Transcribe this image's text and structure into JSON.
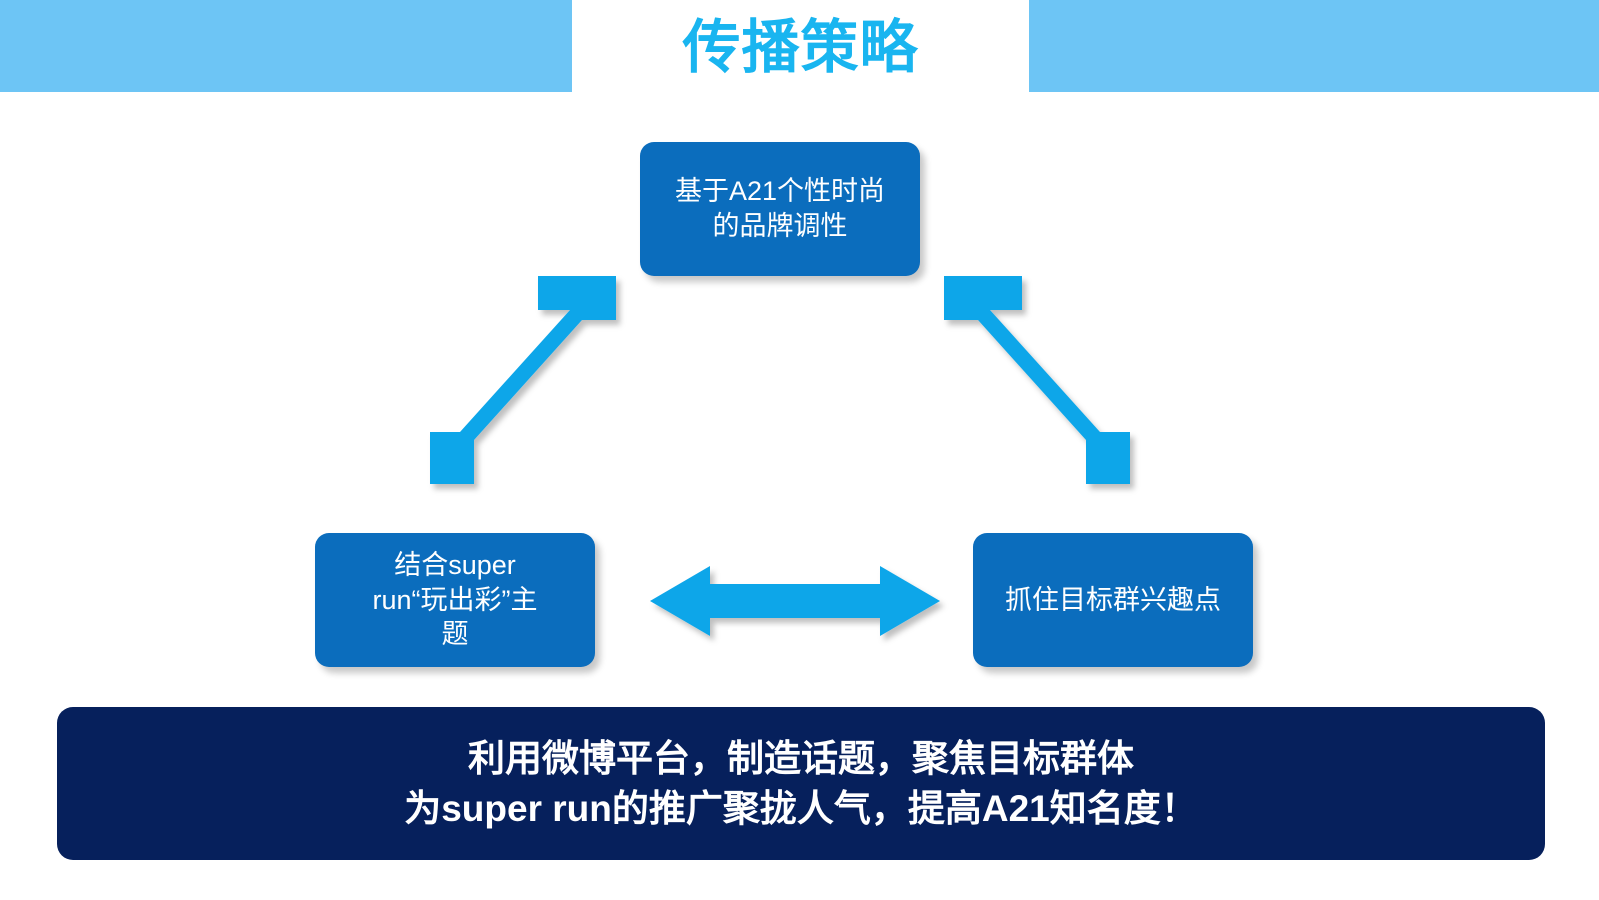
{
  "slide": {
    "title": "传播策略",
    "colors": {
      "header_band": "#6DC5F5",
      "title_text": "#19B5F0",
      "node_fill": "#0B6DBD",
      "arrow_fill": "#0FA6E9",
      "banner_fill": "#06205C",
      "banner_text": "#FFFFFF"
    }
  },
  "nodes": [
    {
      "id": "brand-tone",
      "position": "top",
      "lines": [
        "基于A21个性时尚",
        "的品牌调性"
      ],
      "text": "基于A21个性时尚的品牌调性"
    },
    {
      "id": "super-run-theme",
      "position": "bottom-left",
      "lines": [
        "结合super",
        "run“玩出彩”主",
        "题"
      ],
      "text": "结合super run“玩出彩”主题"
    },
    {
      "id": "target-interest",
      "position": "bottom-right",
      "lines": [
        "抓住目标群兴趣点"
      ],
      "text": "抓住目标群兴趣点"
    }
  ],
  "arrows": [
    {
      "id": "left-diagonal",
      "direction": "double",
      "from": "super-run-theme",
      "to": "brand-tone"
    },
    {
      "id": "right-diagonal",
      "direction": "double",
      "from": "brand-tone",
      "to": "target-interest"
    },
    {
      "id": "horizontal",
      "direction": "double",
      "from": "super-run-theme",
      "to": "target-interest"
    }
  ],
  "banner": {
    "line1": "利用微博平台，制造话题，聚焦目标群体",
    "line2": "为super run的推广聚拢人气，提高A21知名度！"
  }
}
